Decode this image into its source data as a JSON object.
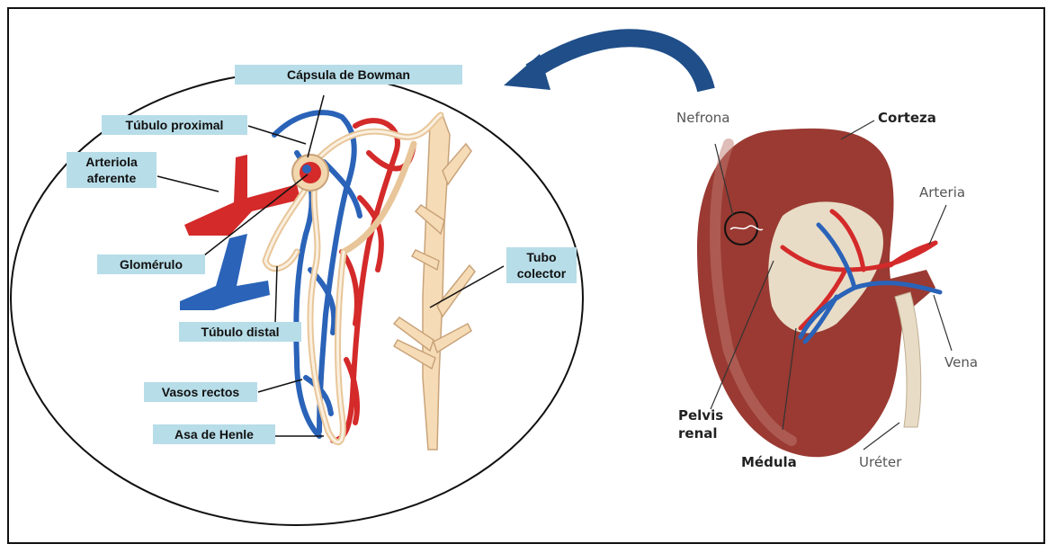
{
  "nephron_labels": {
    "capsula": "Cápsula de Bowman",
    "tubulo_proximal": "Túbulo proximal",
    "arteriola": "Arteriola aferente",
    "glomerulo": "Glomérulo",
    "tubulo_distal": "Túbulo distal",
    "vasos_rectos": "Vasos rectos",
    "asa_henle": "Asa de Henle",
    "tubo_colector": "Tubo colector"
  },
  "kidney_labels": {
    "nefrona": "Nefrona",
    "corteza": "Corteza",
    "arteria": "Arteria",
    "vena": "Vena",
    "pelvis_renal": "Pelvis renal",
    "medula": "Médula",
    "ureter": "Uréter"
  },
  "colors": {
    "label_bg": "#b7dde8",
    "arrow": "#1f4e89",
    "artery": "#d42a2a",
    "vein": "#2a63b8",
    "tubule": "#f2d6ae",
    "kidney": "#9a3a32"
  }
}
